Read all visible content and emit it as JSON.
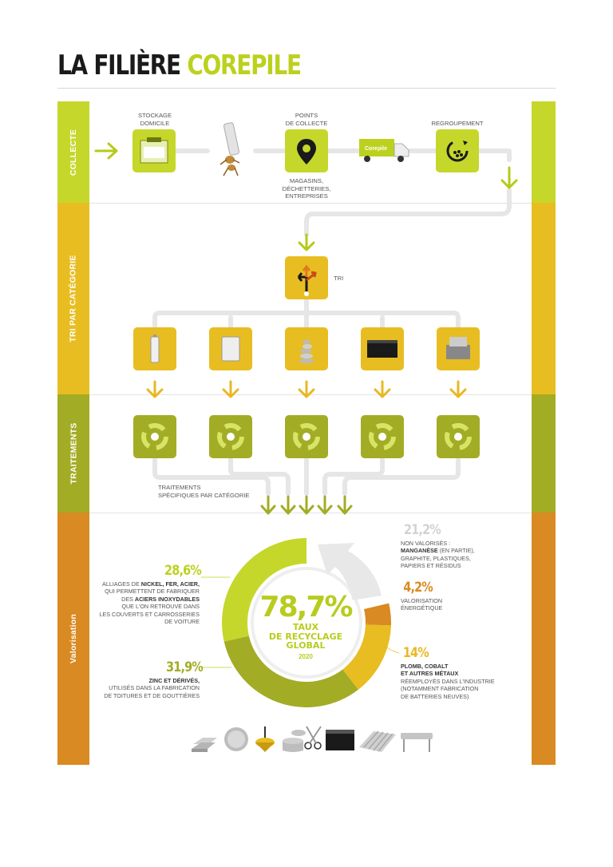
{
  "title": {
    "part1": "LA FILIÈRE ",
    "part2": "COREPILE"
  },
  "colors": {
    "lime": "#c5d72a",
    "yellow": "#e8bd22",
    "olive": "#a3ac25",
    "orange": "#d98a22",
    "grey": "#e6e6e6"
  },
  "bands": {
    "collecte": "COLLECTE",
    "tri": "TRI PAR CATÉGORIE",
    "traitements": "TRAITEMENTS",
    "valorisation": "Valorisation"
  },
  "collecte": {
    "stockage": "STOCKAGE\nDOMICILE",
    "points": "POINTS\nDE COLLECTE",
    "points_sub": "MAGASINS,\nDÉCHETTERIES,\nENTREPRISES",
    "regroupement": "REGROUPEMENT",
    "truck_brand": "Corepile"
  },
  "tri": {
    "label": "TRI"
  },
  "traitements": {
    "label": "TRAITEMENTS\nSPÉCIFIQUES PAR CATÉGORIE"
  },
  "valorisation": {
    "center_value": "78,7%",
    "center_label": "TAUX\nDE RECYCLAGE\nGLOBAL",
    "center_year": "2020",
    "segments": [
      {
        "value": "28,6%",
        "pre1": "ALLIAGES DE ",
        "bold1": "NICKEL, FER, ACIER,",
        "line2": "QUI PERMETTENT DE FABRIQUER",
        "pre3": "DES ",
        "bold3": "ACIERS INOXYDABLES",
        "line4": "QUE L'ON RETROUVE DANS",
        "line5": "LES COUVERTS ET CARROSSERIES",
        "line6": "DE VOITURE"
      },
      {
        "value": "31,9%",
        "bold1": "ZINC ET DÉRIVÉS,",
        "line2": "UTILISÉS DANS LA FABRICATION",
        "line3": "DE TOITURES ET DE GOUTTIÈRES"
      },
      {
        "value": "14%",
        "bold1": "PLOMB, COBALT",
        "bold2": "ET AUTRES MÉTAUX",
        "line3": "RÉEMPLOYÉS DANS L'INDUSTRIE",
        "line4": "(NOTAMMENT FABRICATION",
        "line5": "DE BATTERIES NEUVES)"
      },
      {
        "value": "4,2%",
        "line1": "VALORISATION",
        "line2": "ÉNERGÉTIQUE"
      },
      {
        "value": "21,2%",
        "line1": "NON VALORISÉS :",
        "bold2": "MANGANÈSE",
        "post2": " (EN PARTIE),",
        "line3": "GRAPHITE, PLASTIQUES,",
        "line4": "PAPIERS ET RÉSIDUS"
      }
    ]
  }
}
